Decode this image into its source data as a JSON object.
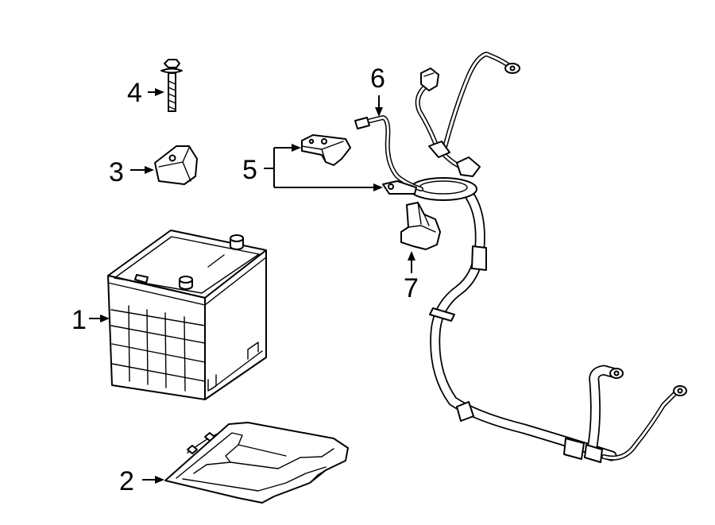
{
  "callouts": [
    {
      "id": "1",
      "label": "1"
    },
    {
      "id": "2",
      "label": "2"
    },
    {
      "id": "3",
      "label": "3"
    },
    {
      "id": "4",
      "label": "4"
    },
    {
      "id": "5",
      "label": "5"
    },
    {
      "id": "6",
      "label": "6"
    },
    {
      "id": "7",
      "label": "7"
    }
  ],
  "parts": {
    "1": "battery",
    "2": "battery-tray",
    "3": "terminal-cover",
    "4": "bolt",
    "5": "terminal-cover-and-clamp",
    "6": "ground-wire",
    "7": "sensor"
  }
}
